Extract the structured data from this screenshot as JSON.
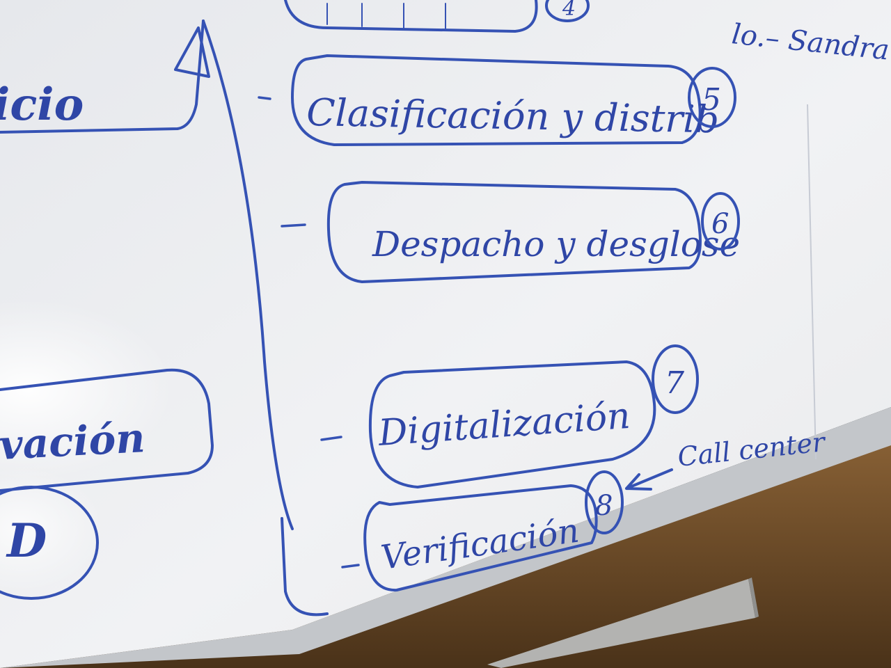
{
  "board": {
    "colors": {
      "board": "#eef0f2",
      "ink": "#2f46a6",
      "frame": "#c9ccd0",
      "ledge": "#6b4a2a",
      "tray": "#b8b8b6"
    },
    "left_items": [
      {
        "text": "icio"
      },
      {
        "text": "vación"
      },
      {
        "text": "D"
      }
    ],
    "right_items": [
      {
        "text": "Clasificación y distrib",
        "number": "5"
      },
      {
        "text": "Despacho y desglose",
        "number": "6"
      },
      {
        "text": "Digitalización",
        "number": "7"
      },
      {
        "text": "Verificación",
        "number": "8"
      }
    ],
    "annotation": "Call center",
    "top_right_note": "lo.– Sandra",
    "top_number": "4"
  }
}
